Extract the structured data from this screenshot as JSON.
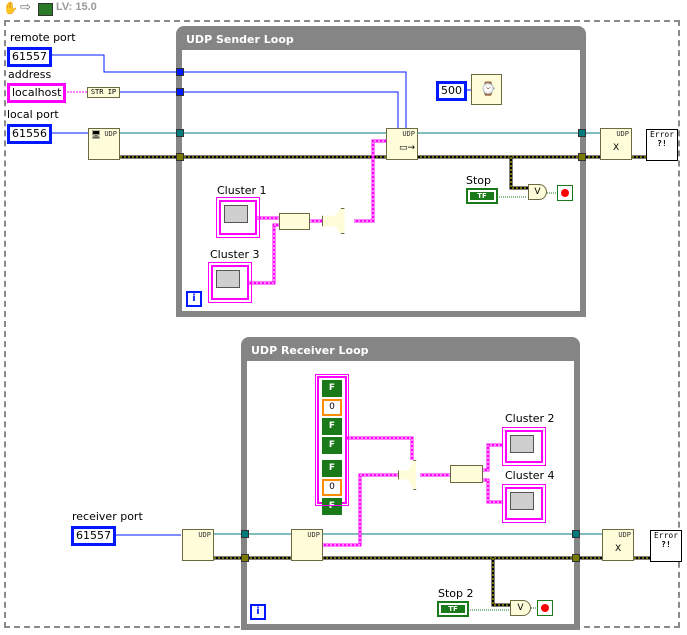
{
  "toolbar": {
    "hand_icon": "hand-icon",
    "arrow_icon": "run-arrow-icon",
    "vi_icon": "vi-icon",
    "version": "LV: 15.0"
  },
  "sender_loop": {
    "title": "UDP Sender Loop",
    "wait_ms": "500",
    "stop_label": "Stop",
    "stop_value": "TF",
    "cluster1_label": "Cluster 1",
    "cluster3_label": "Cluster 3",
    "iteration_glyph": "i"
  },
  "receiver_loop": {
    "title": "UDP Receiver Loop",
    "stop_label": "Stop 2",
    "stop_value": "TF",
    "cluster2_label": "Cluster 2",
    "cluster4_label": "Cluster 4",
    "iteration_glyph": "i",
    "array_constant": [
      "F",
      "0",
      "F",
      "F",
      "F",
      "0",
      "F"
    ]
  },
  "inputs": {
    "remote_port_label": "remote port",
    "remote_port_value": "61557",
    "address_label": "address",
    "address_value": "localhost",
    "local_port_label": "local port",
    "local_port_value": "61556",
    "receiver_port_label": "receiver port",
    "receiver_port_value": "61557"
  },
  "nodes": {
    "str_ip": "STR IP",
    "udp": "UDP",
    "error_text": "Error",
    "error_mark": "?!",
    "or_glyph": "V"
  },
  "colors": {
    "numeric": "#0019ff",
    "string": "#ff00ff",
    "refnum": "#007b7b",
    "error": "#7b7b00",
    "boolean": "#1a7a1a",
    "loop_frame": "#858585"
  }
}
